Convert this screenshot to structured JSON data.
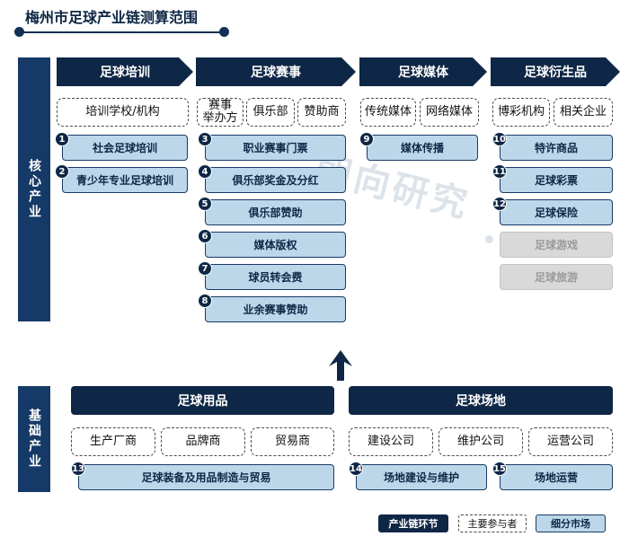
{
  "title": "梅州市足球产业链测算范围",
  "watermark": "朝向研究",
  "core": {
    "label": "核心产业",
    "chains": [
      {
        "label": "足球培训",
        "actors": [
          "培训学校/机构"
        ],
        "segments": [
          {
            "num": "1",
            "label": "社会足球培训"
          },
          {
            "num": "2",
            "label": "青少年专业足球培训"
          }
        ]
      },
      {
        "label": "足球赛事",
        "actors": [
          "赛事\n举办方",
          "俱乐部",
          "赞助商"
        ],
        "segments": [
          {
            "num": "3",
            "label": "职业赛事门票"
          },
          {
            "num": "4",
            "label": "俱乐部奖金及分红"
          },
          {
            "num": "5",
            "label": "俱乐部赞助"
          },
          {
            "num": "6",
            "label": "媒体版权"
          },
          {
            "num": "7",
            "label": "球员转会费"
          },
          {
            "num": "8",
            "label": "业余赛事赞助"
          }
        ]
      },
      {
        "label": "足球媒体",
        "actors": [
          "传统媒体",
          "网络媒体"
        ],
        "segments": [
          {
            "num": "9",
            "label": "媒体传播"
          }
        ]
      },
      {
        "label": "足球衍生品",
        "actors": [
          "博彩机构",
          "相关企业"
        ],
        "segments": [
          {
            "num": "10",
            "label": "特许商品"
          },
          {
            "num": "11",
            "label": "足球彩票"
          },
          {
            "num": "12",
            "label": "足球保险"
          },
          {
            "num": "",
            "label": "足球游戏"
          },
          {
            "num": "",
            "label": "足球旅游"
          }
        ]
      }
    ]
  },
  "base": {
    "label": "基础产业",
    "chains": [
      {
        "label": "足球用品",
        "actors": [
          "生产厂商",
          "品牌商",
          "贸易商"
        ],
        "segments": [
          {
            "num": "13",
            "label": "足球装备及用品制造与贸易"
          }
        ]
      },
      {
        "label": "足球场地",
        "actors": [
          "建设公司",
          "维护公司",
          "运营公司"
        ],
        "segments": [
          {
            "num": "14",
            "label": "场地建设与维护"
          },
          {
            "num": "15",
            "label": "场地运营"
          }
        ]
      }
    ]
  },
  "legend": {
    "chain": "产业链环节",
    "actor": "主要参与者",
    "segment": "细分市场"
  }
}
